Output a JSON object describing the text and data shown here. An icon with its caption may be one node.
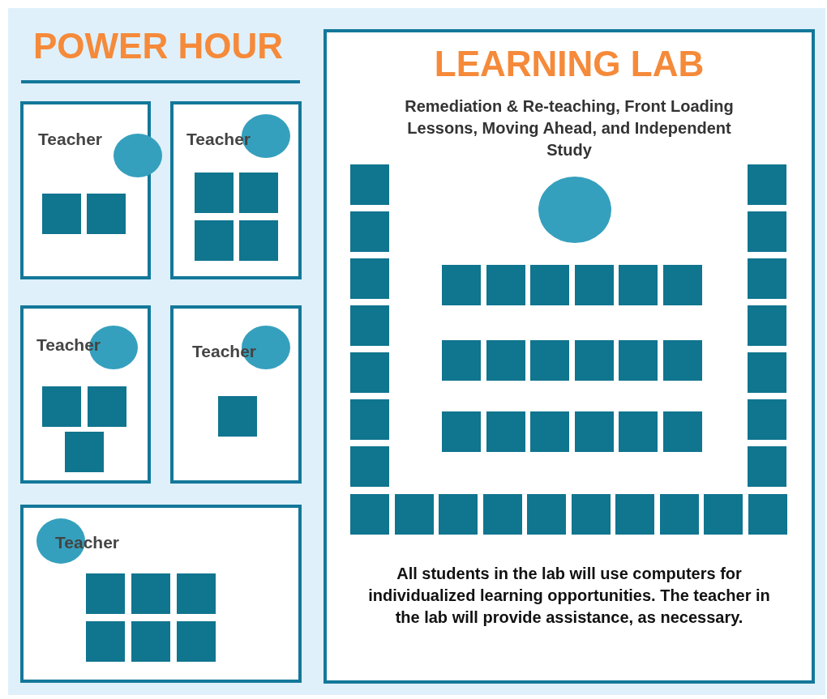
{
  "diagram": {
    "nodes": [
      {
        "text": [
          "Teacher"
        ]
      },
      {
        "text": [
          "Teacher"
        ]
      },
      {
        "text": [
          "Teacher"
        ]
      },
      {
        "text": [
          "Teacher"
        ]
      },
      {
        "text": [
          "Teacher"
        ]
      },
      {
        "text": [
          "LEARNING LAB",
          "Remediation & Re-teaching, Front Loading Lessons, Moving Ahead, and Independent Study",
          "All students in the lab will use computers for individualized learning opportunities. The teacher in the lab will provide assistance, as necessary."
        ]
      }
    ],
    "edges": [],
    "labels": [
      "POWER HOUR"
    ]
  }
}
